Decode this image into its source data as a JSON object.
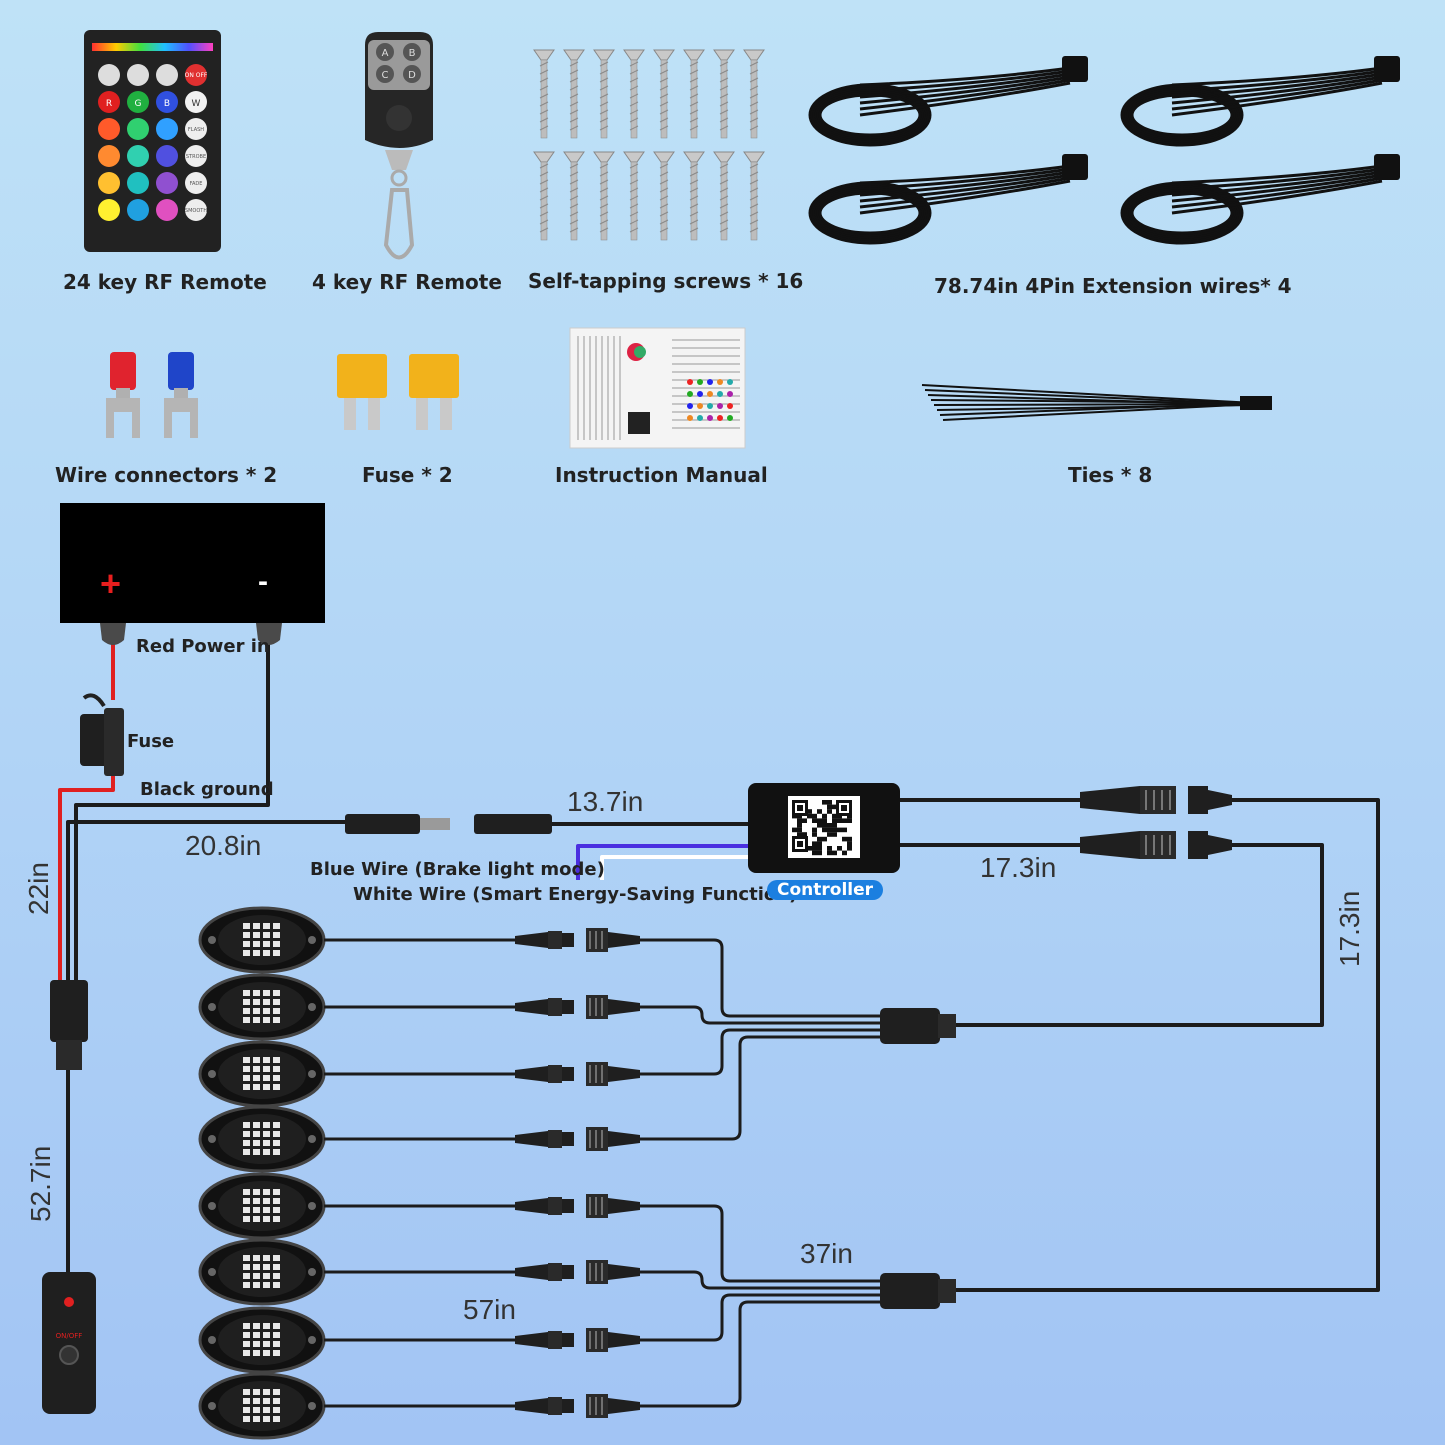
{
  "contents": [
    {
      "label": "24 key RF Remote",
      "icon": "rf-remote-24-key-icon"
    },
    {
      "label": "4 key RF Remote",
      "icon": "rf-remote-4-key-icon"
    },
    {
      "label": "Self-tapping screws * 16",
      "icon": "screws-icon"
    },
    {
      "label": "78.74in 4Pin Extension wires* 4",
      "icon": "extension-wire-icon"
    },
    {
      "label": "Wire connectors * 2",
      "icon": "wire-connector-icon"
    },
    {
      "label": "Fuse * 2",
      "icon": "fuse-icon"
    },
    {
      "label": "Instruction Manual",
      "icon": "manual-icon"
    },
    {
      "label": "Ties * 8",
      "icon": "cable-ties-icon"
    }
  ],
  "remote_keys": {
    "letters": [
      "R",
      "G",
      "B",
      "W"
    ],
    "power": "ON OFF",
    "modes": [
      "FLASH",
      "STROBE",
      "FADE",
      "SMOOTH"
    ]
  },
  "fob_keys": [
    "A",
    "B",
    "C",
    "D"
  ],
  "battery": {
    "plus": "+",
    "minus": "-"
  },
  "wiring_labels": {
    "red_power": "Red Power in",
    "fuse": "Fuse",
    "black_ground": "Black ground",
    "blue_wire": "Blue Wire (Brake light mode)",
    "white_wire": "White Wire (Smart Energy-Saving Function)",
    "controller": "Controller"
  },
  "dimensions": {
    "d_22": "22in",
    "d_52_7": "52.7in",
    "d_20_8": "20.8in",
    "d_13_7": "13.7in",
    "d_17_3_h": "17.3in",
    "d_17_3_v": "17.3in",
    "d_37": "37in",
    "d_57": "57in"
  },
  "switch": {
    "label": "ON/OFF"
  },
  "pod_count": 8,
  "colors": {
    "red_wire": "#e02020",
    "blue_wire": "#4a2fe0",
    "white_wire": "#ffffff",
    "cable": "#1c1c1c",
    "badge": "#1b7fe0"
  }
}
